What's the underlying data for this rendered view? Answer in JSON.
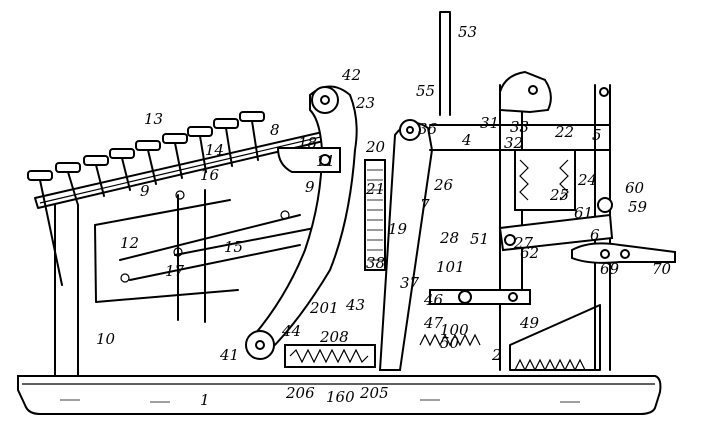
{
  "figure": {
    "labels": [
      "1",
      "2",
      "4",
      "5",
      "6",
      "7",
      "8",
      "9",
      "9",
      "10",
      "11",
      "12",
      "13",
      "14",
      "15",
      "16",
      "17",
      "18",
      "19",
      "20",
      "21",
      "22",
      "23",
      "24",
      "25",
      "26",
      "27",
      "28",
      "31",
      "32",
      "33",
      "36",
      "37",
      "38",
      "41",
      "42",
      "43",
      "44",
      "46",
      "47",
      "49",
      "50",
      "51",
      "53",
      "55",
      "59",
      "60",
      "61",
      "62",
      "69",
      "70",
      "100",
      "101",
      "160",
      "201",
      "205",
      "206",
      "208"
    ]
  }
}
